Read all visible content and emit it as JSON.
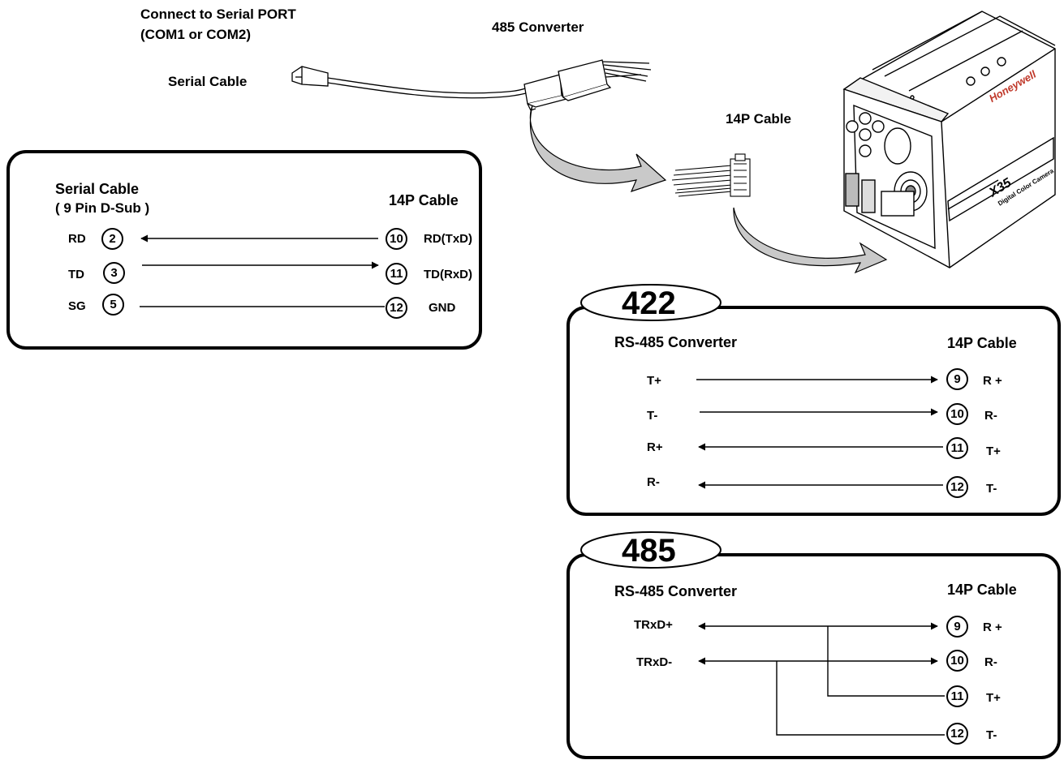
{
  "header": {
    "connect_label_line1": "Connect to Serial PORT",
    "connect_label_line2": "(COM1 or COM2)",
    "converter_label": "485 Converter",
    "serial_cable_label": "Serial Cable",
    "cable_14p_label": "14P Cable",
    "camera_brand": "Honeywell",
    "camera_model": "X35",
    "camera_model_sub": "Digital Color Camera"
  },
  "rs232_panel": {
    "left_title_line1": "Serial Cable",
    "left_title_line2": "( 9 Pin D-Sub )",
    "right_title": "14P Cable",
    "rows": [
      {
        "left_label": "RD",
        "left_pin": "2",
        "right_pin": "10",
        "right_label": "RD(TxD)",
        "direction": "to-left"
      },
      {
        "left_label": "TD",
        "left_pin": "3",
        "right_pin": "11",
        "right_label": "TD(RxD)",
        "direction": "to-right"
      },
      {
        "left_label": "SG",
        "left_pin": "5",
        "right_pin": "12",
        "right_label": "GND",
        "direction": "none"
      }
    ]
  },
  "panel_422": {
    "tag": "422",
    "left_title": "RS-485 Converter",
    "right_title": "14P Cable",
    "rows": [
      {
        "left_label": "T+",
        "right_pin": "9",
        "right_label": "R +",
        "direction": "to-right"
      },
      {
        "left_label": "T-",
        "right_pin": "10",
        "right_label": "R-",
        "direction": "to-right"
      },
      {
        "left_label": "R+",
        "right_pin": "11",
        "right_label": "T+",
        "direction": "to-left"
      },
      {
        "left_label": "R-",
        "right_pin": "12",
        "right_label": "T-",
        "direction": "to-left"
      }
    ]
  },
  "panel_485": {
    "tag": "485",
    "left_title": "RS-485 Converter",
    "right_title": "14P Cable",
    "left_labels": [
      "TRxD+",
      "TRxD-"
    ],
    "rows": [
      {
        "right_pin": "9",
        "right_label": "R +"
      },
      {
        "right_pin": "10",
        "right_label": "R-"
      },
      {
        "right_pin": "11",
        "right_label": "T+"
      },
      {
        "right_pin": "12",
        "right_label": "T-"
      }
    ]
  }
}
